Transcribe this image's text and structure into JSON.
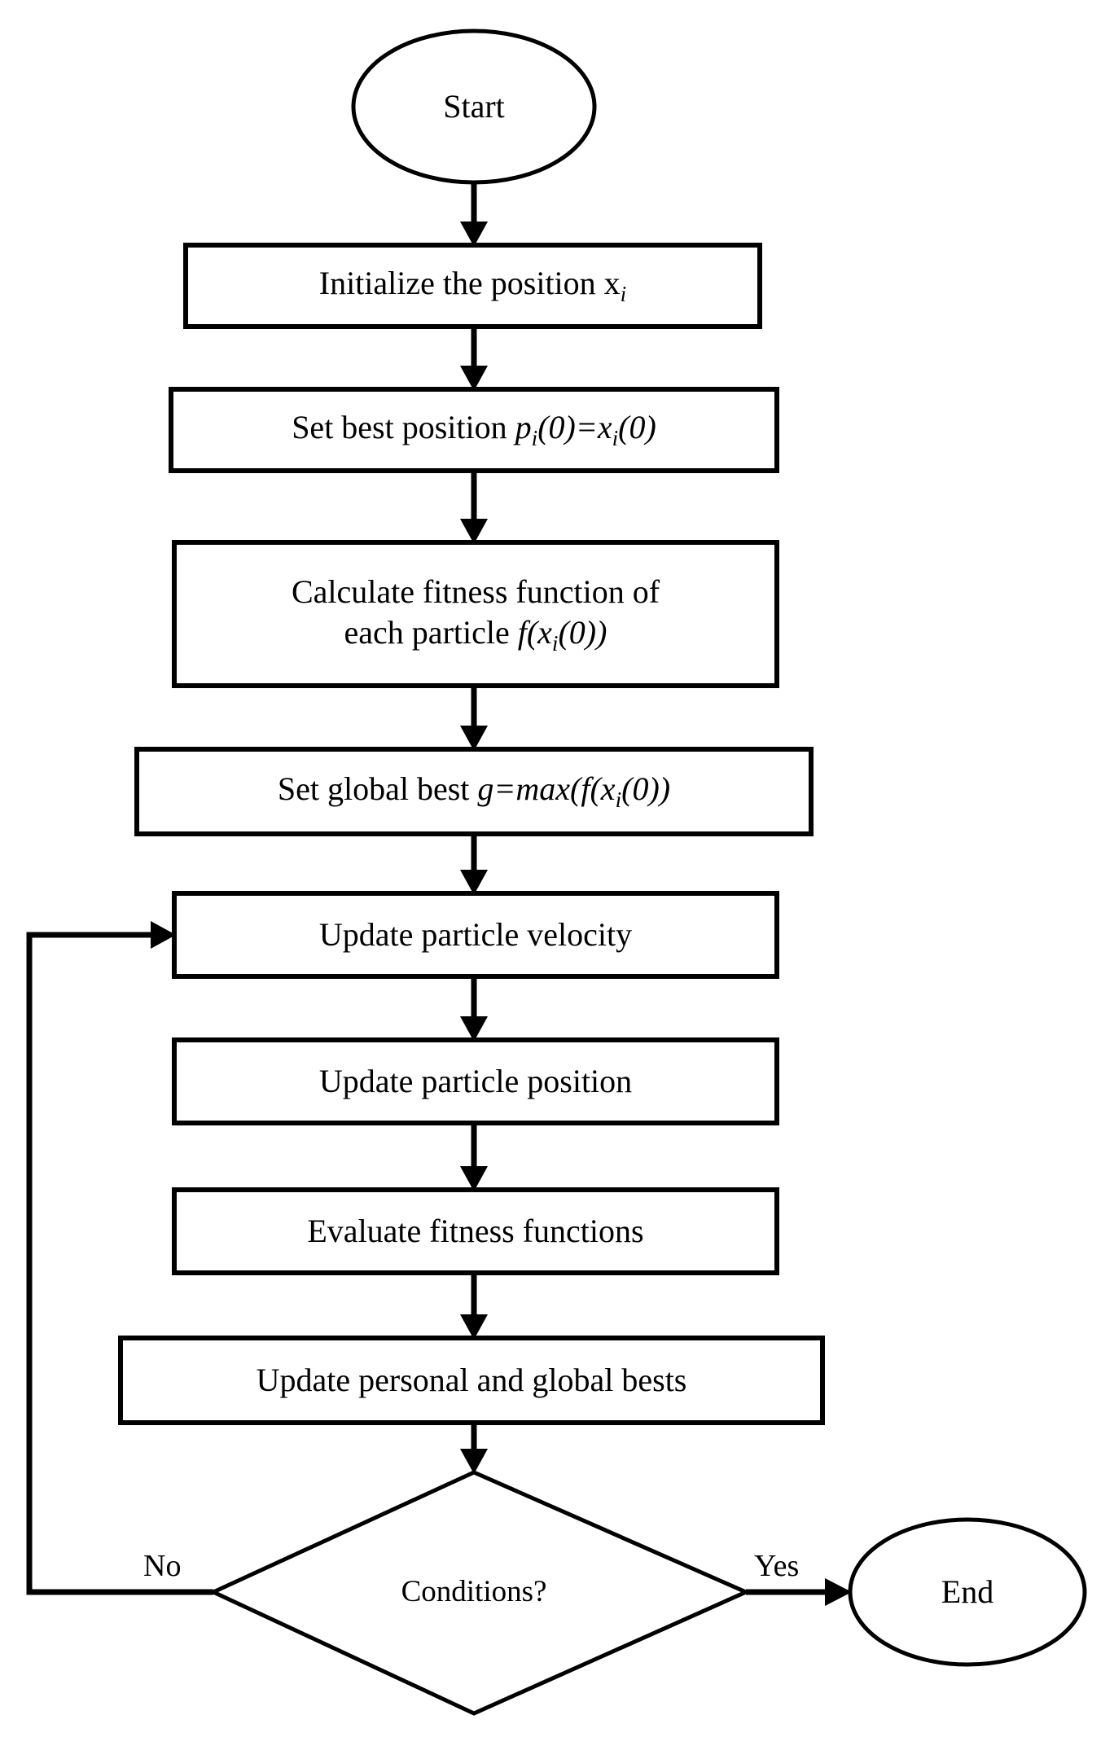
{
  "diagram": {
    "type": "flowchart",
    "title_text": "",
    "orientation": "top-to-bottom",
    "colors": {
      "background": "#ffffff",
      "stroke": "#000000",
      "fill": "#ffffff",
      "text": "#000000"
    },
    "nodes": [
      {
        "id": "start",
        "shape": "ellipse",
        "label": "Start"
      },
      {
        "id": "init-position",
        "shape": "rectangle",
        "label": "Initialize the position x",
        "label_plain": "Initialize the position xi",
        "math_suffix": "i"
      },
      {
        "id": "set-best-position",
        "shape": "rectangle",
        "label_prefix": "Set best position ",
        "label_math": "pi(0)=xi(0)",
        "label_plain": "Set best position pi(0)=xi(0)"
      },
      {
        "id": "calculate-fitness",
        "shape": "rectangle",
        "label_line1": "Calculate fitness function of",
        "label_line2_prefix": "each particle ",
        "label_line2_math": "f(xi(0))",
        "label_plain": "Calculate fitness function of each particle f(xi(0))"
      },
      {
        "id": "set-global-best",
        "shape": "rectangle",
        "label_prefix": "Set global best ",
        "label_math": "g=max(f(xi(0))",
        "label_plain": "Set global best g=max(f(xi(0))"
      },
      {
        "id": "update-velocity",
        "shape": "rectangle",
        "label": "Update particle velocity"
      },
      {
        "id": "update-position",
        "shape": "rectangle",
        "label": "Update particle position"
      },
      {
        "id": "evaluate-fitness",
        "shape": "rectangle",
        "label": "Evaluate fitness functions"
      },
      {
        "id": "update-bests",
        "shape": "rectangle",
        "label": "Update personal and global bests"
      },
      {
        "id": "conditions",
        "shape": "diamond",
        "label": "Conditions?"
      },
      {
        "id": "end",
        "shape": "ellipse",
        "label": "End"
      }
    ],
    "edges": [
      {
        "from": "start",
        "to": "init-position",
        "label": ""
      },
      {
        "from": "init-position",
        "to": "set-best-position",
        "label": ""
      },
      {
        "from": "set-best-position",
        "to": "calculate-fitness",
        "label": ""
      },
      {
        "from": "calculate-fitness",
        "to": "set-global-best",
        "label": ""
      },
      {
        "from": "set-global-best",
        "to": "update-velocity",
        "label": ""
      },
      {
        "from": "update-velocity",
        "to": "update-position",
        "label": ""
      },
      {
        "from": "update-position",
        "to": "evaluate-fitness",
        "label": ""
      },
      {
        "from": "evaluate-fitness",
        "to": "update-bests",
        "label": ""
      },
      {
        "from": "update-bests",
        "to": "conditions",
        "label": ""
      },
      {
        "from": "conditions",
        "to": "end",
        "label": "Yes"
      },
      {
        "from": "conditions",
        "to": "update-velocity",
        "label": "No"
      }
    ],
    "edge_labels": {
      "no": "No",
      "yes": "Yes"
    }
  }
}
